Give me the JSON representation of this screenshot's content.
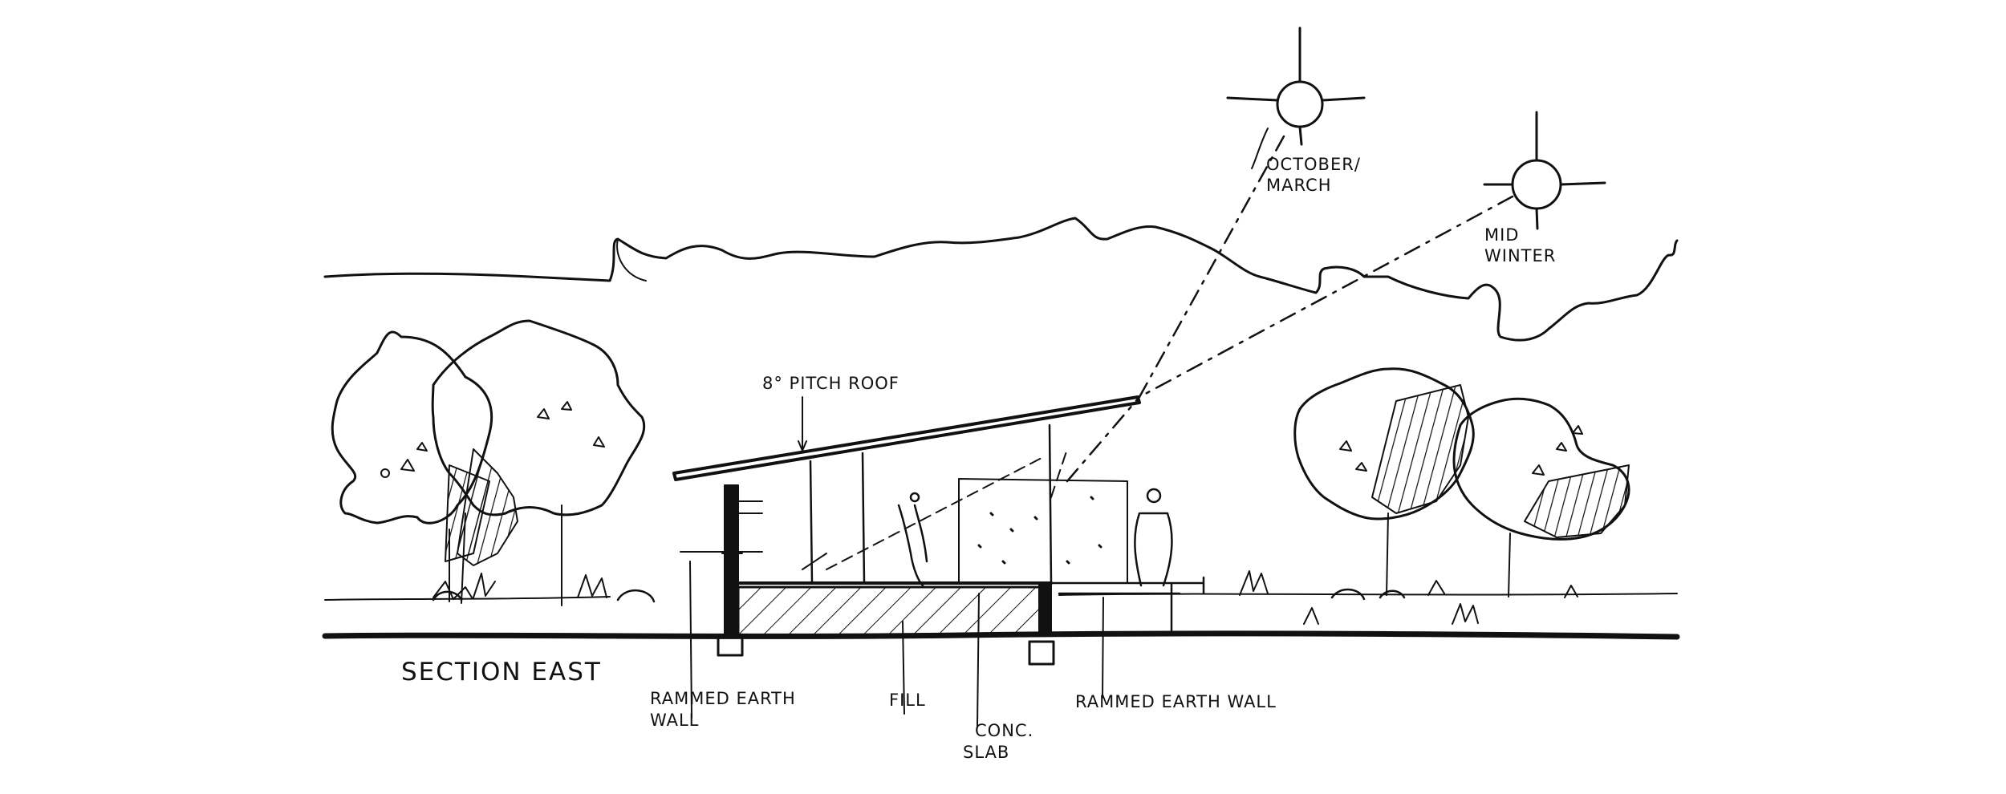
{
  "drawing": {
    "title": "SECTION EAST",
    "labels": {
      "roof": "8° PITCH ROOF",
      "sun_oct_line1": "OCTOBER/",
      "sun_oct_line2": "MARCH",
      "sun_winter_line1": "MID",
      "sun_winter_line2": "WINTER",
      "wall_left_line1": "RAMMED EARTH",
      "wall_left_line2": "WALL",
      "fill": "FILL",
      "slab_line1": "CONC.",
      "slab_line2": "SLAB",
      "wall_right": "RAMMED EARTH WALL"
    }
  },
  "colors": {
    "ink": "#111111",
    "paper": "#ffffff"
  },
  "icons": [
    "sun-icon",
    "tree-icon",
    "person-icon",
    "grass-icon"
  ]
}
